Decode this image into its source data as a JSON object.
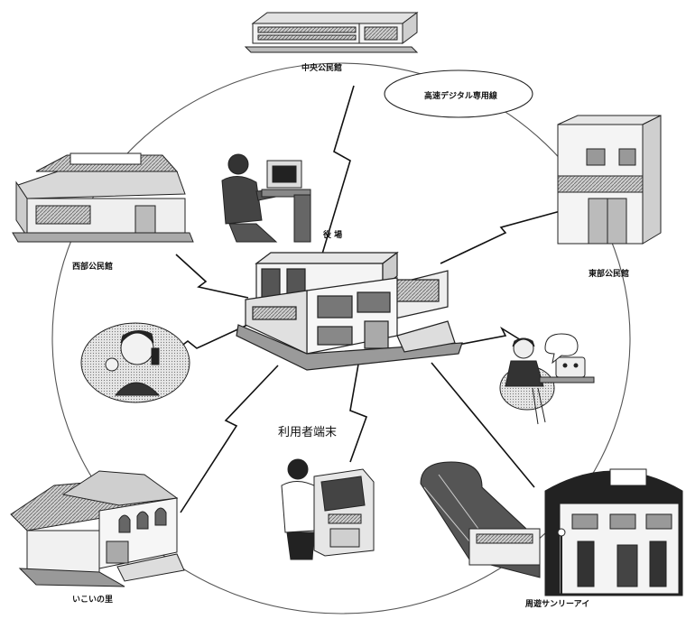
{
  "network": {
    "line_label": "高速デジタル専用線",
    "user_terminal_label": "利用者端末"
  },
  "facilities": {
    "chuo": "中央公民館",
    "seibu": "西部公民館",
    "tobu": "東部公民館",
    "yakuba": "役 場",
    "ikoi": "いこいの里",
    "sunny": "周遊サンリーアイ"
  }
}
